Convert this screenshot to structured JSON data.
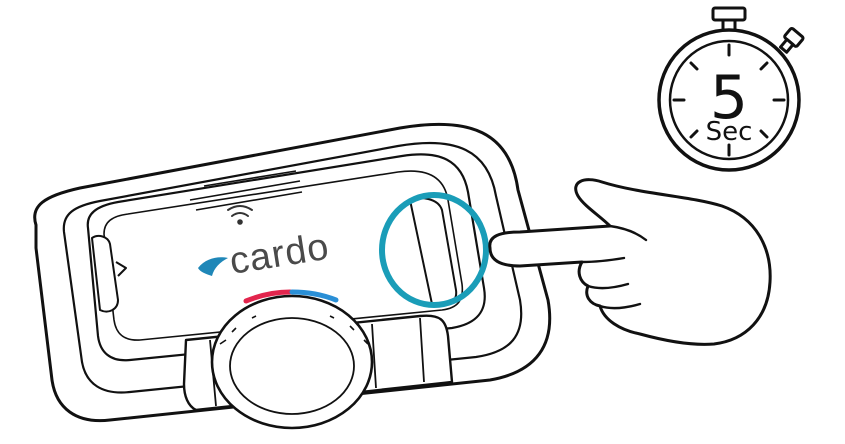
{
  "device": {
    "brand": "cardo",
    "logo_color": "#1f87b8",
    "highlight_ring_color": "#1a9db8",
    "led_colors": [
      "#e2254d",
      "#2a8fd6"
    ]
  },
  "timer": {
    "value": "5",
    "unit": "Sec"
  },
  "hand": {
    "action": "press-and-hold"
  }
}
